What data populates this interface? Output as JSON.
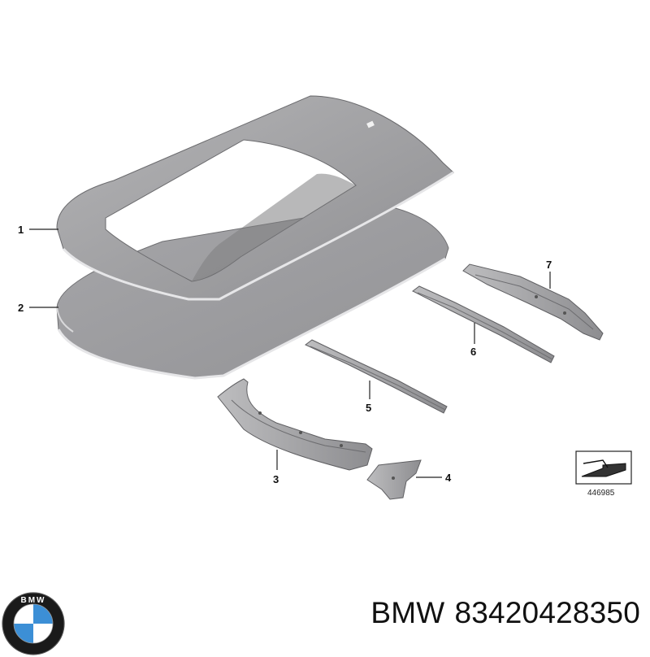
{
  "diagram": {
    "callouts": [
      {
        "id": "1",
        "label": "1"
      },
      {
        "id": "2",
        "label": "2"
      },
      {
        "id": "3",
        "label": "3"
      },
      {
        "id": "4",
        "label": "4"
      },
      {
        "id": "5",
        "label": "5"
      },
      {
        "id": "6",
        "label": "6"
      },
      {
        "id": "7",
        "label": "7"
      }
    ],
    "reference_number": "446985"
  },
  "footer": {
    "brand": "BMW",
    "part_number": "83420428350",
    "logo_letters": "BMW"
  },
  "colors": {
    "part_fill": "#a9a9ab",
    "part_dark": "#8c8c8f",
    "part_light": "#c4c4c6",
    "edge": "#e2e2e4",
    "logo_blue": "#3c8fd6",
    "logo_ring": "#111111"
  }
}
